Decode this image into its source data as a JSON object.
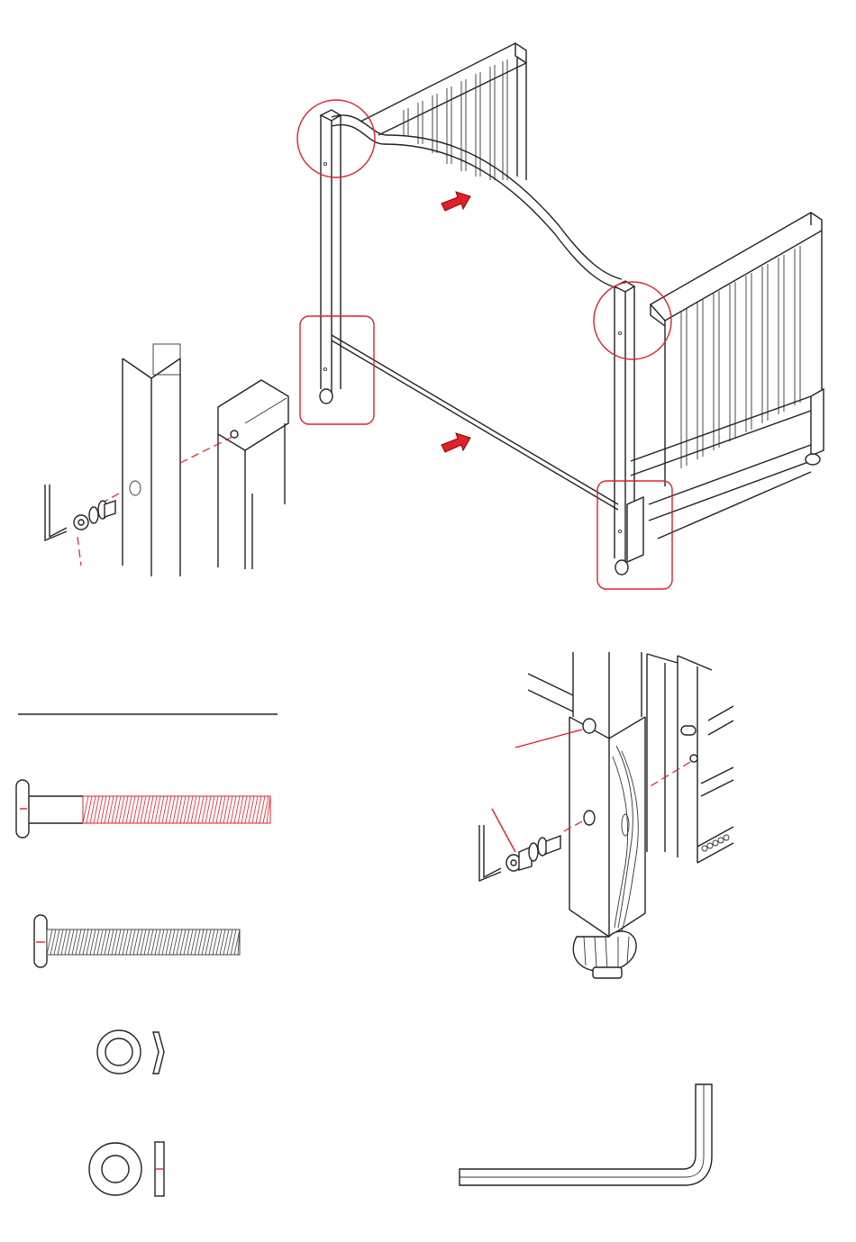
{
  "figure": {
    "description_labels": [],
    "colors": {
      "line": "#222222",
      "highlight": "#e0202a",
      "background": "#ffffff"
    },
    "icons": [
      "bed-frame-assembly",
      "bolt-detail",
      "foot-post-detail",
      "long-bolt",
      "short-bolt",
      "lock-washer",
      "flat-washer",
      "allen-key"
    ]
  }
}
